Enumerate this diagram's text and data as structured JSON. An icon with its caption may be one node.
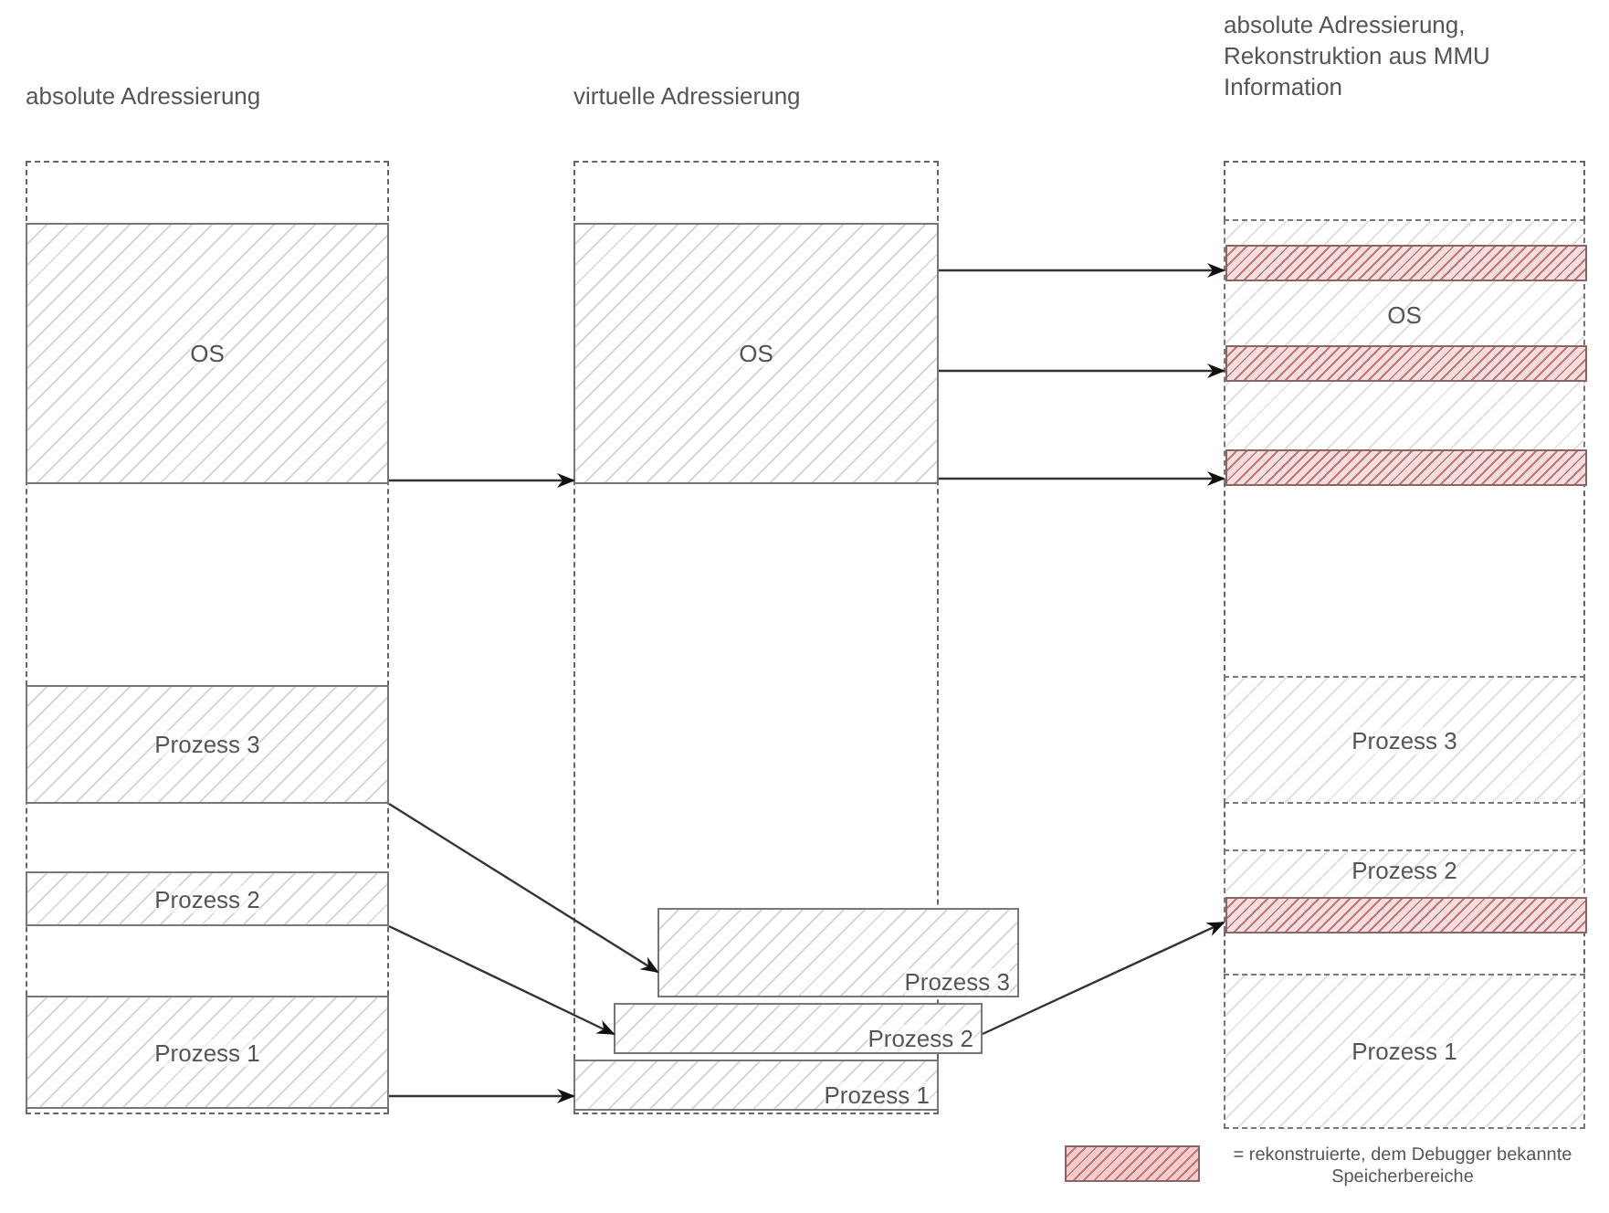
{
  "diagram": {
    "nodes": [
      {
        "text": [
          "absolute Adressierung"
        ]
      },
      {
        "text": [
          "OS"
        ],
        "in": 0
      },
      {
        "text": [
          "Prozess 3"
        ],
        "in": 0
      },
      {
        "text": [
          "Prozess 2"
        ],
        "in": 0
      },
      {
        "text": [
          "Prozess 1"
        ],
        "in": 0
      },
      {
        "text": [
          "virtuelle Adressierung"
        ]
      },
      {
        "text": [
          "OS"
        ],
        "in": 5
      },
      {
        "text": [
          "Prozess 1"
        ],
        "in": 5
      },
      {
        "text": [
          "Prozess 2"
        ]
      },
      {
        "text": [
          "Prozess 3"
        ]
      },
      {
        "text": [
          "absolute Adressierung, Rekonstruktion aus MMU Information"
        ]
      },
      {
        "text": [
          "OS"
        ],
        "in": 10
      },
      {
        "text": [],
        "shape": "bar",
        "in": 11
      },
      {
        "text": [],
        "shape": "bar",
        "in": 11
      },
      {
        "text": [],
        "shape": "bar",
        "in": 11
      },
      {
        "text": [
          "Prozess 3"
        ],
        "in": 10
      },
      {
        "text": [
          "Prozess 2"
        ],
        "in": 10
      },
      {
        "text": [],
        "shape": "bar",
        "in": 16
      },
      {
        "text": [
          "Prozess 1"
        ],
        "in": 10
      }
    ],
    "edges": [
      {
        "from": 1,
        "to": 6,
        "arrow": "to"
      },
      {
        "from": 6,
        "to": 12,
        "arrow": "to"
      },
      {
        "from": 6,
        "to": 13,
        "arrow": "to"
      },
      {
        "from": 6,
        "to": 14,
        "arrow": "to"
      },
      {
        "from": 2,
        "to": 9,
        "arrow": "to"
      },
      {
        "from": 3,
        "to": 8,
        "arrow": "to"
      },
      {
        "from": 4,
        "to": 7,
        "arrow": "to"
      },
      {
        "from": 8,
        "to": 17,
        "arrow": "to"
      }
    ],
    "legend": [
      {
        "text": "= rekonstruierte, dem Debugger bekannte Speicherbereiche",
        "color": "#f4cccc"
      }
    ]
  }
}
